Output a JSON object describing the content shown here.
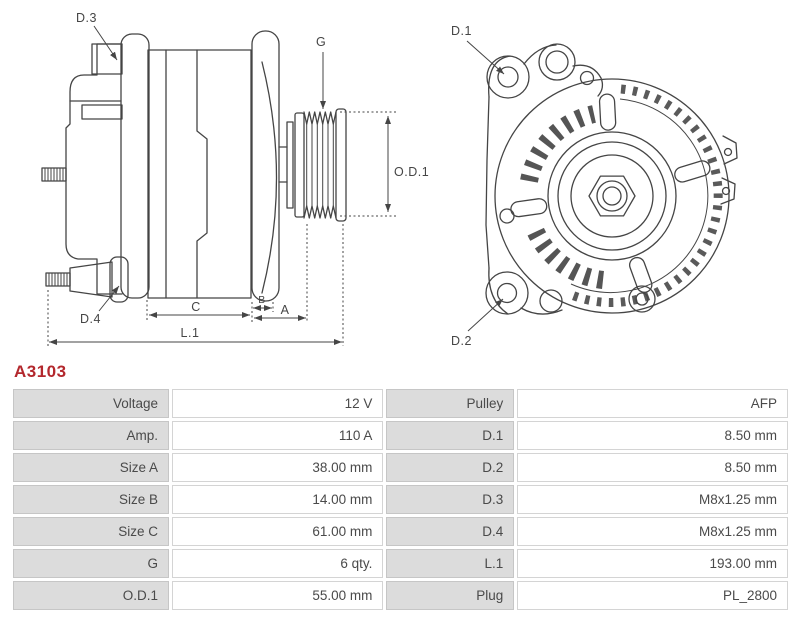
{
  "part_header": {
    "number": "A3103"
  },
  "colors": {
    "accent": "#b3282d",
    "line": "#454545",
    "cell_label_bg": "#dcdcdc",
    "cell_border": "#c6c6c6",
    "text": "#4a4a4a"
  },
  "diagram": {
    "side_view": {
      "labels": {
        "d3": "D.3",
        "d4": "D.4",
        "g": "G",
        "od1": "O.D.1",
        "a": "A",
        "b": "B",
        "c": "C",
        "l1": "L.1"
      }
    },
    "front_view": {
      "labels": {
        "d1": "D.1",
        "d2": "D.2"
      }
    }
  },
  "table": {
    "rows": [
      {
        "left_label": "Voltage",
        "left_value": "12 V",
        "right_label": "Pulley",
        "right_value": "AFP"
      },
      {
        "left_label": "Amp.",
        "left_value": "110 A",
        "right_label": "D.1",
        "right_value": "8.50 mm"
      },
      {
        "left_label": "Size A",
        "left_value": "38.00 mm",
        "right_label": "D.2",
        "right_value": "8.50 mm"
      },
      {
        "left_label": "Size B",
        "left_value": "14.00 mm",
        "right_label": "D.3",
        "right_value": "M8x1.25 mm"
      },
      {
        "left_label": "Size C",
        "left_value": "61.00 mm",
        "right_label": "D.4",
        "right_value": "M8x1.25 mm"
      },
      {
        "left_label": "G",
        "left_value": "6 qty.",
        "right_label": "L.1",
        "right_value": "193.00 mm"
      },
      {
        "left_label": "O.D.1",
        "left_value": "55.00 mm",
        "right_label": "Plug",
        "right_value": "PL_2800"
      }
    ]
  }
}
